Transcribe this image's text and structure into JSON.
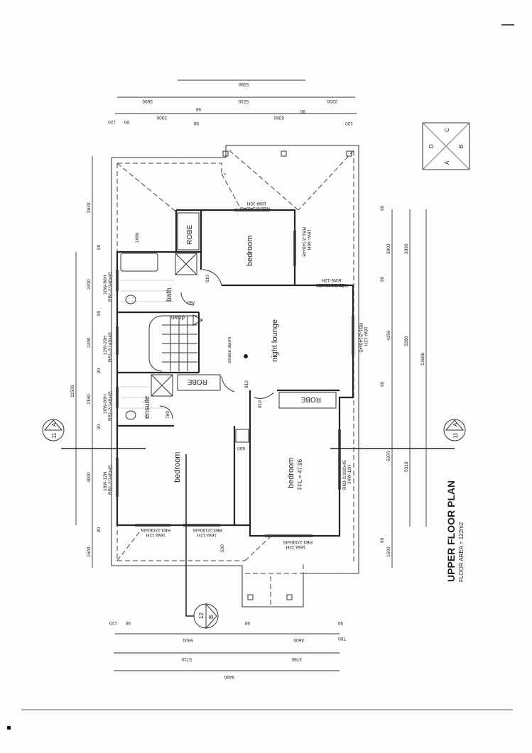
{
  "title": "UPPER FLOOR PLAN",
  "subtitle": "FLOOR AREA = 122m2",
  "rooms": {
    "bedroom_top": "bedroom",
    "night_lounge": "night lounge",
    "bedroom_left": "bedroom",
    "bedroom_right": "bedroom",
    "ffl": "FFL = 47.96",
    "bath": "bath",
    "ensuite": "ensuite",
    "robe_top": "ROBE",
    "robe_mid": "ROBE",
    "robe_right": "ROBE",
    "stair": "down",
    "smoke_alarm": "smoke alarm"
  },
  "doors": [
    "810",
    "810",
    "810",
    "760",
    "760",
    "600",
    "500",
    "1686"
  ],
  "windows": [
    {
      "code": "10W-80H",
      "size": "RB1-2/140x45"
    },
    {
      "code": "12W-20H",
      "size": "RB1-2/140x45"
    },
    {
      "code": "10W-80H",
      "size": "RB1-2/140x45"
    },
    {
      "code": "16W-12H",
      "size": "RB1-2/140x45"
    },
    {
      "code": "16W-10H",
      "size": "RB2-2/140x45"
    },
    {
      "code": "16W-.60H",
      "size": "RB1-2/140x45"
    },
    {
      "code": ".60W-12H",
      "size": "RB2-2/140x45"
    },
    {
      "code": "16W-12H",
      "size": "RB1-2/140x45"
    },
    {
      "code": "24W-12H",
      "size": "RB3-2/190x45"
    },
    {
      "code": "16W-12H",
      "size": "RB3-2/190x45"
    },
    {
      "code": "16W-12H",
      "size": "RB3-2/190x45"
    },
    {
      "code": "16W-12H",
      "size": "RB3-2/190x45"
    }
  ],
  "dimensions": {
    "top": [
      "5390",
      "2600",
      "5210",
      "2200",
      "3300",
      "6380",
      "120",
      "90",
      "90",
      "90",
      "90",
      "120"
    ],
    "left": [
      "11500",
      "3630",
      "2400",
      "2490",
      "2160",
      "4000",
      "1500",
      "90",
      "90",
      "90",
      "90",
      "90"
    ],
    "right": [
      "3000",
      "4356",
      "5970",
      "1500",
      "3090",
      "5280",
      "5316",
      "13686",
      "90",
      "90",
      "90",
      "90"
    ],
    "bottom": [
      "5500",
      "3600",
      "5710",
      "3780",
      "9490",
      "120",
      "90",
      "90",
      "90",
      "700"
    ]
  },
  "sections": {
    "left": {
      "number": "11",
      "letter": "A"
    },
    "right": {
      "number": "11",
      "letter": "A"
    },
    "bottom": {
      "number": "12",
      "letter": "B"
    }
  },
  "compass": {
    "top": "C",
    "left": "D",
    "right": "B",
    "bottom": "A"
  }
}
